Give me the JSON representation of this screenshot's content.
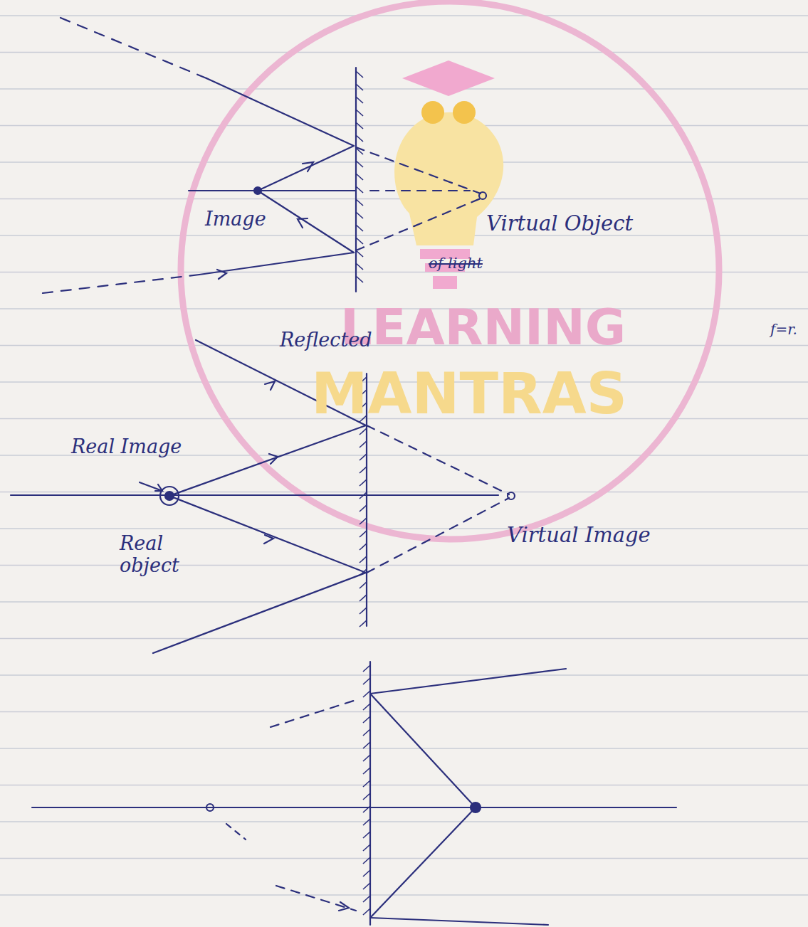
{
  "diagram": {
    "labels": [
      "Image",
      "Virtual Object",
      "of light",
      "f=r.",
      "LEARNING",
      "MANTRAS",
      "Reflected",
      "Real Image",
      "Real object",
      "Virtual Image"
    ]
  }
}
